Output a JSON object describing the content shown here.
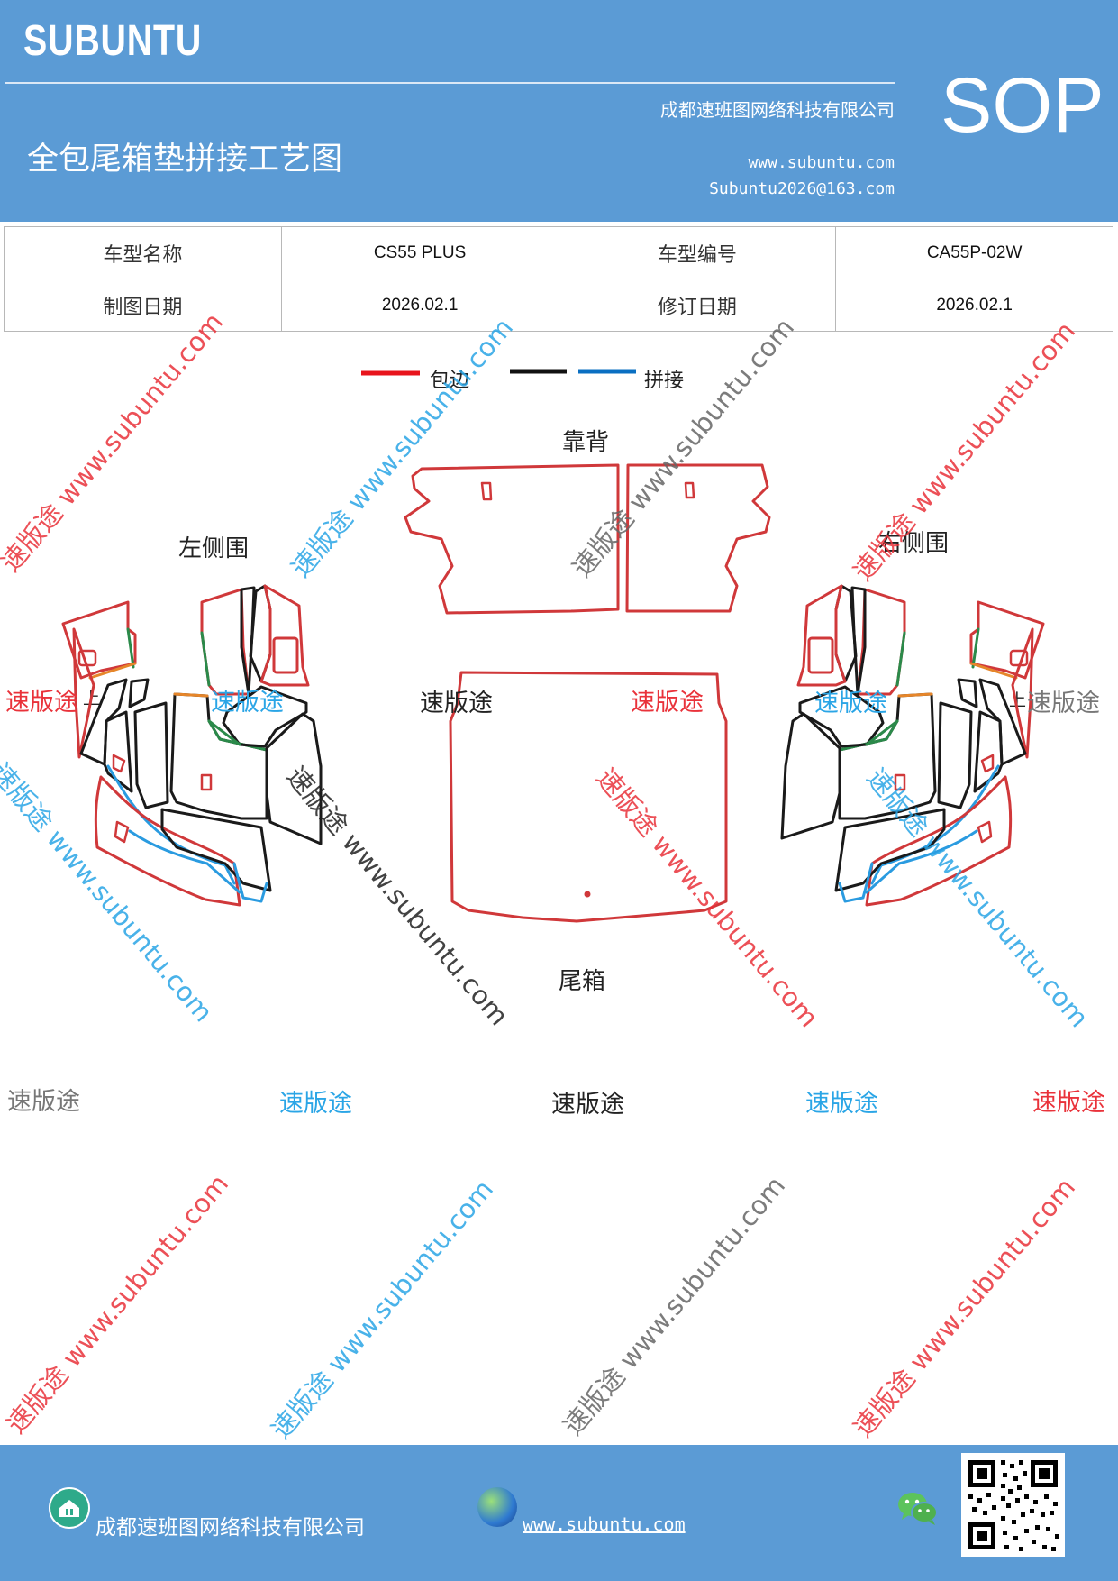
{
  "header": {
    "brand": "SUBUNTU",
    "company": "成都速班图网络科技有限公司",
    "title": "全包尾箱垫拼接工艺图",
    "website": "www.subuntu.com",
    "email": "Subuntu2026@163.com",
    "badge": "SOP"
  },
  "info_table": {
    "rows": [
      {
        "label1": "车型名称",
        "value1": "CS55 PLUS",
        "label2": "车型编号",
        "value2": "CA55P-02W"
      },
      {
        "label1": "制图日期",
        "value1": "2026.02.1",
        "label2": "修订日期",
        "value2": "2026.02.1"
      }
    ]
  },
  "legend": {
    "items": [
      {
        "label": "包边",
        "color": "#e8141c"
      },
      {
        "label": "",
        "color": "#111111"
      },
      {
        "label": "拼接",
        "color": "#0a6fc2"
      }
    ]
  },
  "diagram": {
    "labels": {
      "backrest": "靠背",
      "left_side": "左侧围",
      "right_side": "右侧围",
      "trunk": "尾箱",
      "up_left": "上",
      "up_right": "上"
    },
    "piece_colors": {
      "edge": "#d0383a",
      "black": "#1a1a1a",
      "blue": "#2a9be0",
      "green": "#2b8a4a",
      "orange": "#e6862a"
    }
  },
  "watermarks": {
    "brand_cn": "速版途",
    "site": "www.subuntu.com",
    "diag_text": "速版途 www.subuntu.com",
    "colors": {
      "red": "#e9323a",
      "blue": "#2aa5e6",
      "gray": "#777777",
      "black": "#222222"
    }
  },
  "footer": {
    "company": "成都速班图网络科技有限公司",
    "website": "www.subuntu.com",
    "icons": [
      "home-icon",
      "globe-icon",
      "wechat-icon",
      "qr-code"
    ]
  }
}
